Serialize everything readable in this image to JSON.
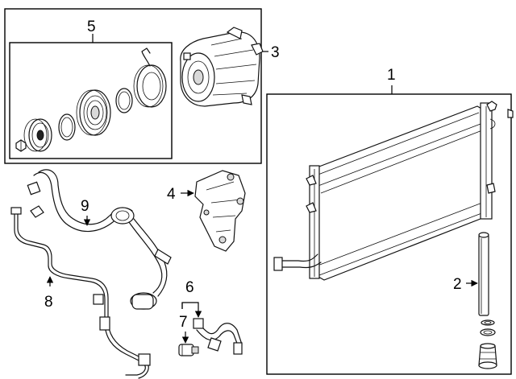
{
  "callouts": {
    "c1": "1",
    "c2": "2",
    "c3": "3",
    "c4": "4",
    "c5": "5",
    "c6": "6",
    "c7": "7",
    "c8": "8",
    "c9": "9"
  },
  "icons": {
    "arrow": "arrowhead-icon"
  }
}
